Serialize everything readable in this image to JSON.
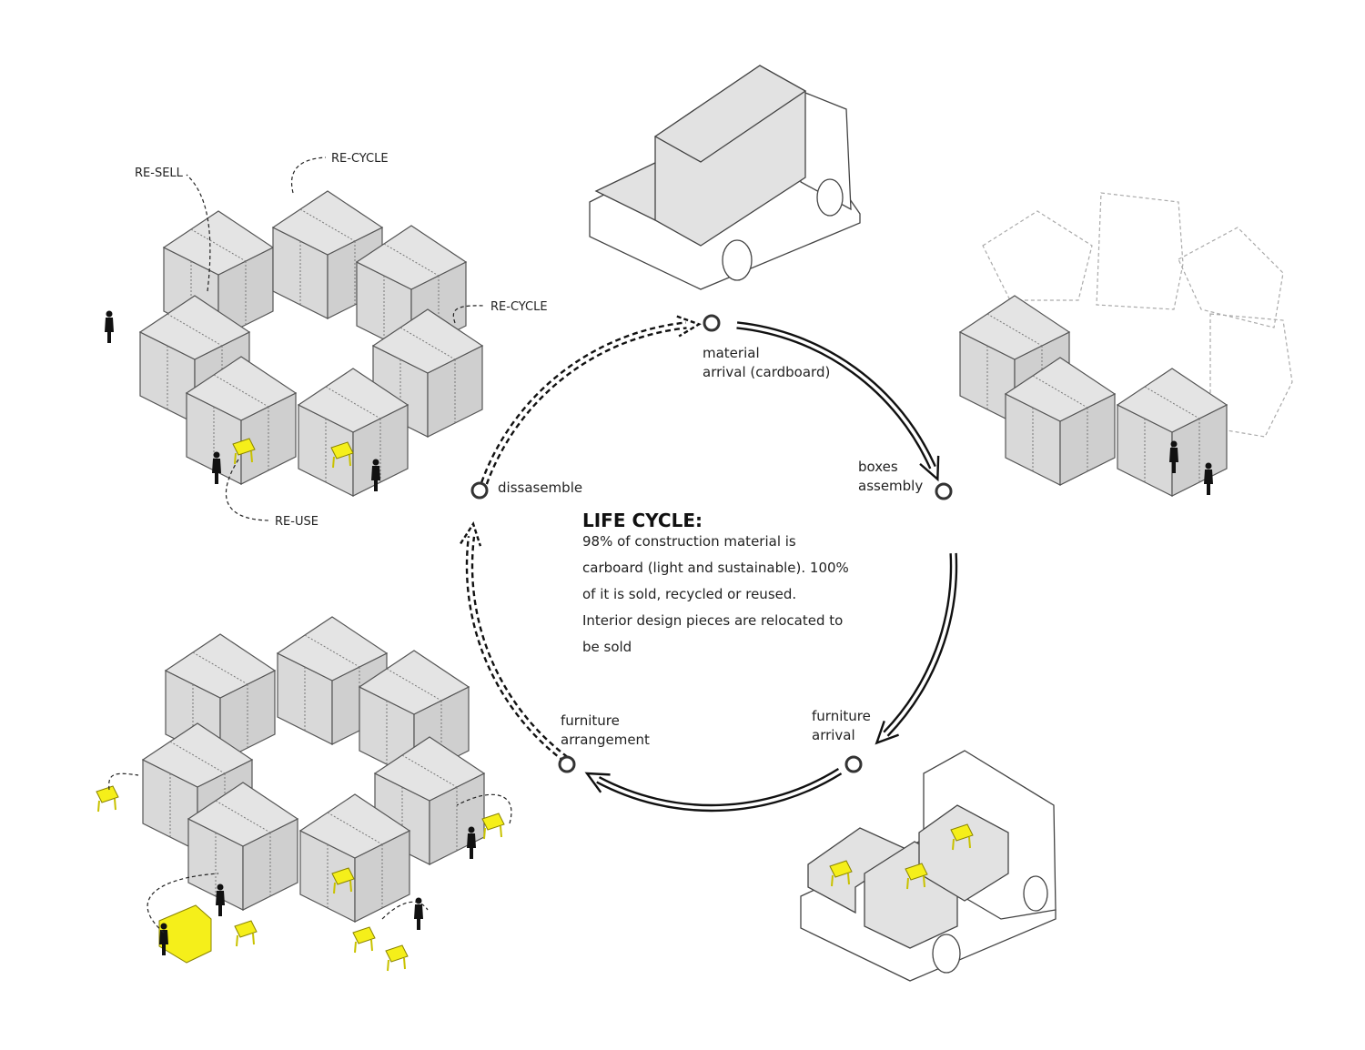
{
  "cycle": {
    "title": "LIFE CYCLE:",
    "body_lines": [
      "98% of construction material is",
      "carboard (light and sustainable).  100%",
      "of it is sold, recycled or reused.",
      "Interior design pieces are relocated to",
      "be sold"
    ],
    "stages": [
      {
        "line1": "material",
        "line2": "arrival (cardboard)"
      },
      {
        "line1": "boxes",
        "line2": "assembly"
      },
      {
        "line1": "furniture",
        "line2": "arrival"
      },
      {
        "line1": "furniture",
        "line2": "arrangement"
      },
      {
        "line1": "dissasemble",
        "line2": ""
      }
    ]
  },
  "annotations": {
    "resell": "RE-SELL",
    "recycle_top": "RE-CYCLE",
    "recycle_right": "RE-CYCLE",
    "reuse": "RE-USE"
  },
  "colors": {
    "accent_yellow": "#f5ef1a",
    "box_grey": "#e0e0e0",
    "line": "#222222"
  }
}
